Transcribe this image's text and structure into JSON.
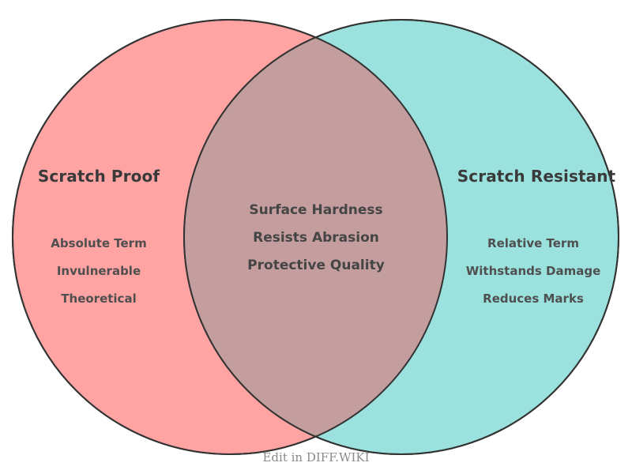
{
  "diagram": {
    "type": "venn2",
    "background": "#ffffff",
    "stroke_color": "#333333",
    "stroke_width": 2,
    "left_set": {
      "title": "Scratch Proof",
      "fill": "#FFA3A3",
      "items": [
        "Absolute Term",
        "Invulnerable",
        "Theoretical"
      ]
    },
    "right_set": {
      "title": "Scratch Resistant",
      "fill": "#93E0DC",
      "items": [
        "Relative Term",
        "Withstands Damage",
        "Reduces Marks"
      ]
    },
    "intersection": {
      "fill": "#C49E9E",
      "items": [
        "Surface Hardness",
        "Resists Abrasion",
        "Protective Quality"
      ]
    },
    "title_color": "#3a3a3a",
    "item_color": "#4f4f4f"
  },
  "footer": {
    "credit": "Edit in DIFF.WIKI",
    "color": "#8a8a8a"
  }
}
